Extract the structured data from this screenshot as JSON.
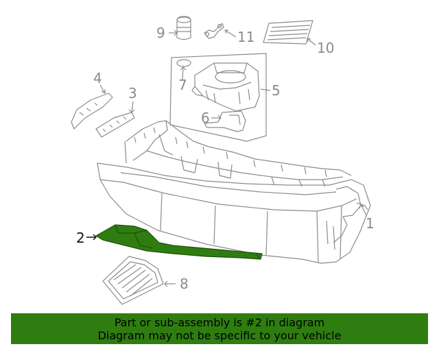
{
  "diagram": {
    "highlight_color": "#2f7d10",
    "line_color": "#8a8a8a",
    "callouts": [
      {
        "id": "1",
        "label": "1"
      },
      {
        "id": "2",
        "label": "2",
        "highlighted": true
      },
      {
        "id": "3",
        "label": "3"
      },
      {
        "id": "4",
        "label": "4"
      },
      {
        "id": "5",
        "label": "5"
      },
      {
        "id": "6",
        "label": "6"
      },
      {
        "id": "7",
        "label": "7"
      },
      {
        "id": "8",
        "label": "8"
      },
      {
        "id": "9",
        "label": "9"
      },
      {
        "id": "10",
        "label": "10"
      },
      {
        "id": "11",
        "label": "11"
      }
    ]
  },
  "banner": {
    "line1": "Part or sub-assembly is #2 in diagram",
    "line2": "Diagram may not be specific to your vehicle",
    "bg_color": "#2f7d10"
  }
}
